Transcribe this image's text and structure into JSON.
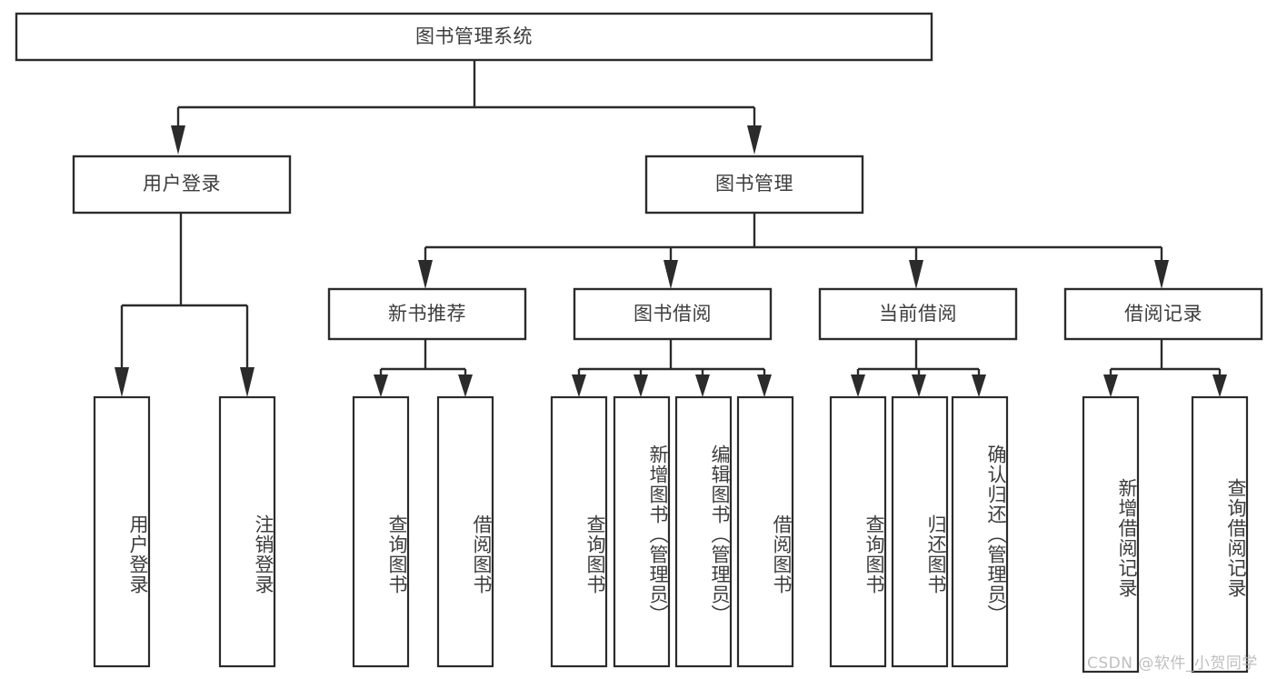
{
  "diagram": {
    "type": "tree-hierarchy",
    "title": "图书管理系统",
    "background_color": "#ffffff",
    "box_stroke_color": "#2b2b2b",
    "text_color": "#3d3d3d",
    "levels": 4,
    "nodes": {
      "root": {
        "label": "图书管理系统",
        "level": 0,
        "orientation": "horizontal"
      },
      "l1": [
        {
          "id": "user-login",
          "label": "用户登录",
          "orientation": "horizontal"
        },
        {
          "id": "book-management",
          "label": "图书管理",
          "orientation": "horizontal"
        }
      ],
      "l2": [
        {
          "id": "new-book-recommend",
          "label": "新书推荐",
          "orientation": "horizontal",
          "parent": "book-management"
        },
        {
          "id": "book-borrow",
          "label": "图书借阅",
          "orientation": "horizontal",
          "parent": "book-management"
        },
        {
          "id": "current-borrow",
          "label": "当前借阅",
          "orientation": "horizontal",
          "parent": "book-management"
        },
        {
          "id": "borrow-record",
          "label": "借阅记录",
          "orientation": "horizontal",
          "parent": "book-management"
        }
      ],
      "leaves": [
        {
          "id": "leaf-user-login",
          "label": "用户登录",
          "parent": "user-login"
        },
        {
          "id": "leaf-logout-login",
          "label": "注销登录",
          "parent": "user-login"
        },
        {
          "id": "leaf-query-book-1",
          "label": "查询图书",
          "parent": "new-book-recommend"
        },
        {
          "id": "leaf-borrow-book-1",
          "label": "借阅图书",
          "parent": "new-book-recommend"
        },
        {
          "id": "leaf-query-book-2",
          "label": "查询图书",
          "parent": "book-borrow"
        },
        {
          "id": "leaf-add-book",
          "label": "新增图书（管理员）",
          "parent": "book-borrow"
        },
        {
          "id": "leaf-edit-book",
          "label": "编辑图书（管理员）",
          "parent": "book-borrow"
        },
        {
          "id": "leaf-borrow-book-2",
          "label": "借阅图书",
          "parent": "book-borrow"
        },
        {
          "id": "leaf-query-book-3",
          "label": "查询图书",
          "parent": "current-borrow"
        },
        {
          "id": "leaf-return-book",
          "label": "归还图书",
          "parent": "current-borrow"
        },
        {
          "id": "leaf-confirm-return",
          "label": "确认归还（管理员）",
          "parent": "current-borrow"
        },
        {
          "id": "leaf-add-record",
          "label": "新增借阅记录",
          "parent": "borrow-record"
        },
        {
          "id": "leaf-query-record",
          "label": "查询借阅记录",
          "parent": "borrow-record"
        }
      ]
    },
    "watermark": "CSDN @软件_小贺同学"
  }
}
